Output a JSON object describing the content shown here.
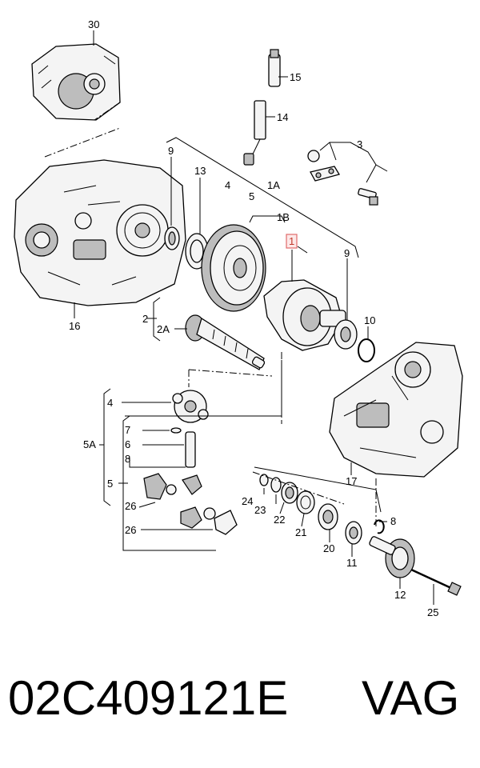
{
  "callouts": {
    "p30": "30",
    "p15": "15",
    "p14": "14",
    "p3": "3",
    "p9a": "9",
    "p13": "13",
    "p4a": "4",
    "p1A": "1A",
    "p5a": "5",
    "p1B": "1B",
    "p1": "1",
    "p9b": "9",
    "p16": "16",
    "p2": "2",
    "p2A": "2A",
    "p10": "10",
    "p4b": "4",
    "p7": "7",
    "p6": "6",
    "p5A": "5A",
    "p8a": "8",
    "p5b": "5",
    "p26a": "26",
    "p26b": "26",
    "p17": "17",
    "p24": "24",
    "p23": "23",
    "p22": "22",
    "p21": "21",
    "p20": "20",
    "p11": "11",
    "p8b": "8",
    "p12": "12",
    "p25": "25"
  },
  "highlighted_callout": "1",
  "highlight_color": "#e06a6a",
  "caption": {
    "part_number": "02C409121E",
    "brand": "VAG"
  }
}
